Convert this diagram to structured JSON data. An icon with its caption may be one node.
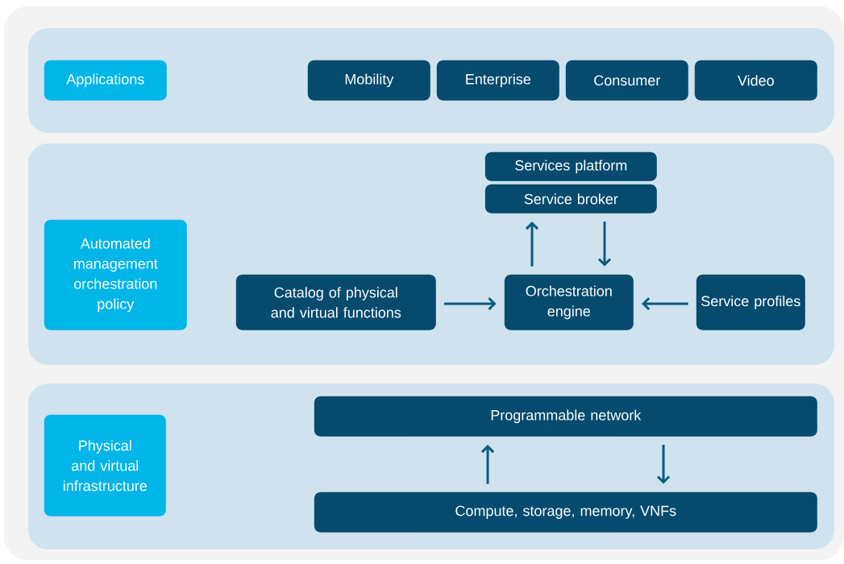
{
  "diagram": {
    "nodes": [
      {
        "text": [],
        "shape": "box"
      },
      {
        "text": [
          "Applications"
        ],
        "in": 0
      },
      {
        "text": [
          "Mobility"
        ],
        "in": 0
      },
      {
        "text": [
          "Enterprise"
        ],
        "in": 0
      },
      {
        "text": [
          "Consumer"
        ],
        "in": 0
      },
      {
        "text": [
          "Video"
        ],
        "in": 0
      },
      {
        "text": [],
        "shape": "box"
      },
      {
        "text": [
          "Services platform"
        ],
        "in": 6
      },
      {
        "text": [
          "Service broker"
        ],
        "in": 6
      },
      {
        "text": [
          "Automated management orchestration policy"
        ],
        "in": 6
      },
      {
        "text": [
          "Catalog of physical and virtual functions"
        ],
        "in": 6
      },
      {
        "text": [
          "Orchestration engine"
        ],
        "in": 6
      },
      {
        "text": [
          "Service profiles"
        ],
        "in": 6
      },
      {
        "text": [],
        "shape": "box"
      },
      {
        "text": [
          "Programmable network"
        ],
        "in": 13
      },
      {
        "text": [
          "Physical and virtual infrastructure"
        ],
        "in": 13
      },
      {
        "text": [
          "Compute, storage, memory, VNFs"
        ],
        "in": 13
      }
    ],
    "edges": [
      {
        "from": 11,
        "to": 8,
        "arrow": "to"
      },
      {
        "from": 8,
        "to": 11,
        "arrow": "to"
      },
      {
        "from": 10,
        "to": 11,
        "arrow": "to"
      },
      {
        "from": 12,
        "to": 11,
        "arrow": "to"
      },
      {
        "from": 16,
        "to": 14,
        "arrow": "to"
      },
      {
        "from": 14,
        "to": 16,
        "arrow": "to"
      }
    ]
  }
}
